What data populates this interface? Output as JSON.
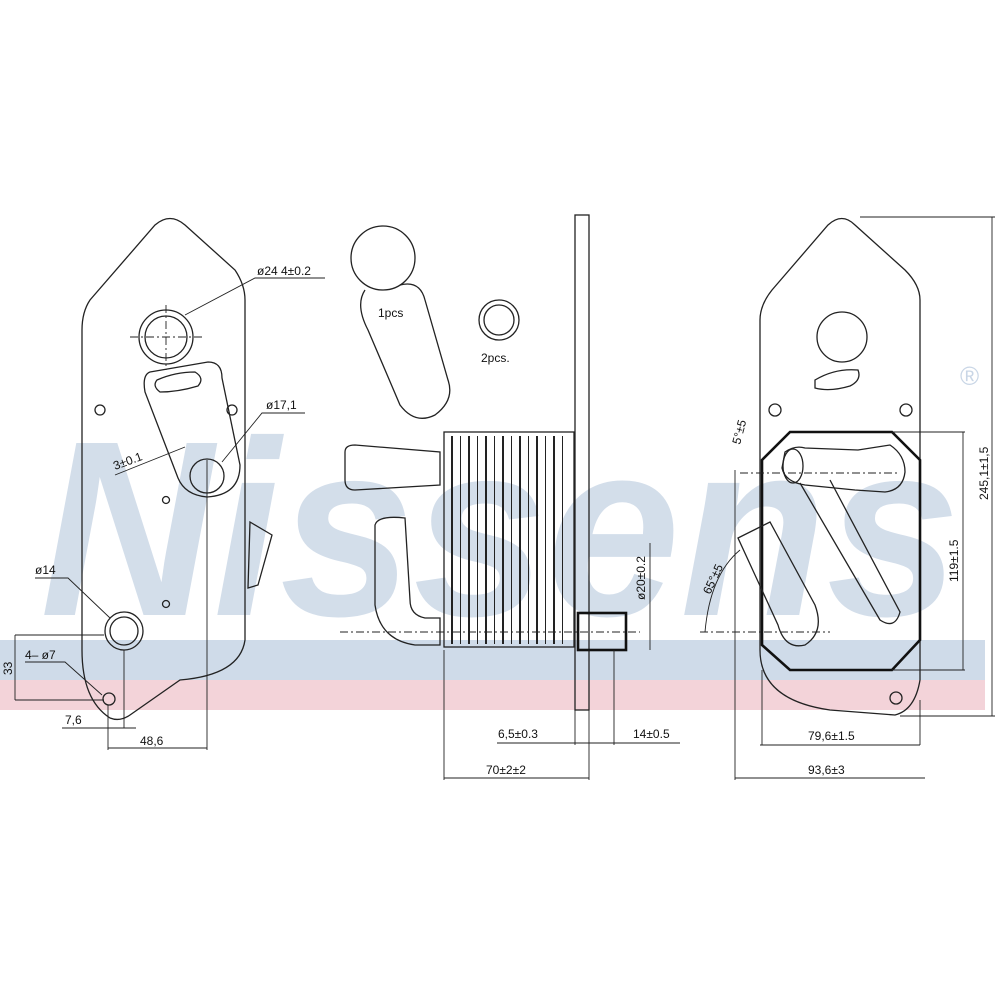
{
  "watermark": {
    "brand": "Nissens",
    "registered": "®",
    "brand_color": "#c9d6e6",
    "stripe_blue": "#c7d5e5",
    "stripe_red": "#f0c8d0"
  },
  "left_view": {
    "dia_outlet": "ø24 4±0.2",
    "dia_inlet": "ø17,1",
    "gasket_thickness": "3±0.1",
    "dia_small_port": "ø14",
    "mount_holes": "4– ø7",
    "height_33": "33",
    "offset_7_6": "7,6",
    "width_48_6": "48,6"
  },
  "seals": {
    "large_seal_qty": "1pcs",
    "small_seal_qty": "2pcs."
  },
  "side_view": {
    "dia_spigot": "ø20±0.2",
    "flange_thickness": "6,5±0.3",
    "spigot_length": "14±0.5",
    "overall_depth": "70±2±2"
  },
  "right_view": {
    "angle_top": "5°±5",
    "angle_side": "65°±5",
    "height_119": "119±1.5",
    "total_height": "245,1±1,5",
    "width_79_6": "79,6±1.5",
    "width_93_6": "93,6±3"
  }
}
